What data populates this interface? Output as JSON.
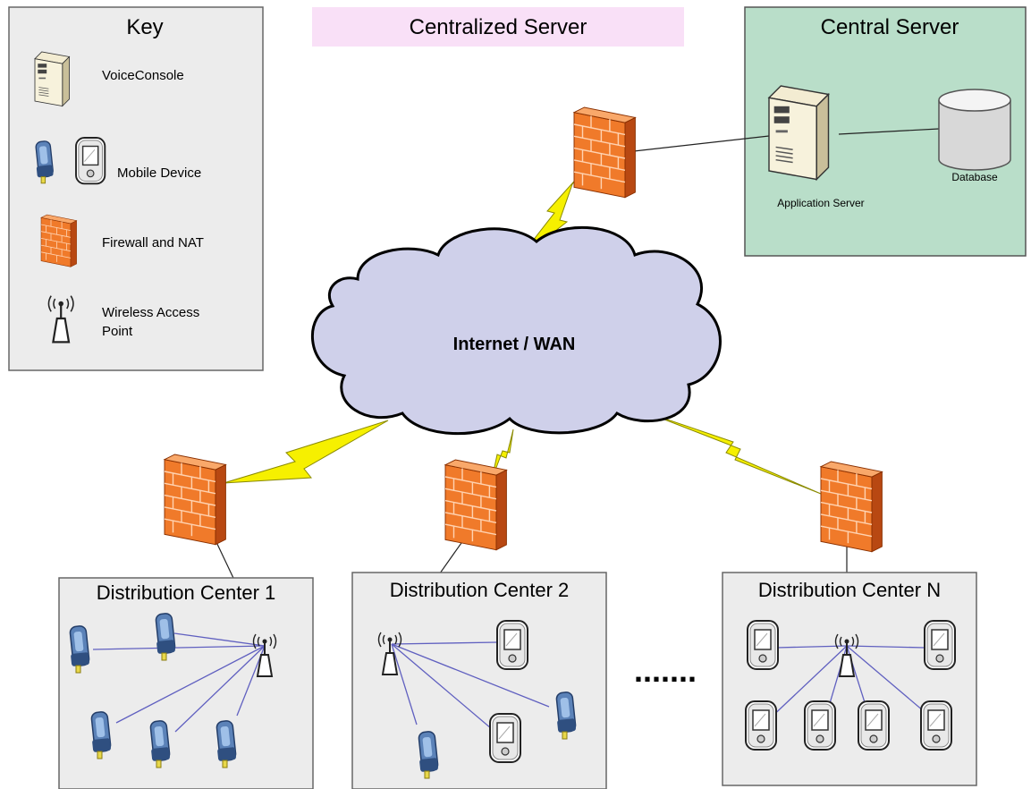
{
  "banner": {
    "title": "Centralized Server",
    "bg": "#f9e0f7"
  },
  "key": {
    "title": "Key",
    "items": [
      {
        "icon": "voice-console-icon",
        "label": "VoiceConsole"
      },
      {
        "icon": "mobile-device-icon",
        "label": "Mobile Device"
      },
      {
        "icon": "firewall-icon",
        "label": "Firewall and NAT"
      },
      {
        "icon": "wireless-access-point-icon",
        "label": "Wireless Access",
        "label2": "Point"
      }
    ]
  },
  "central_server": {
    "title": "Central Server",
    "bg": "#b9dec9",
    "app_server_label": "Application Server",
    "database_label": "Database"
  },
  "cloud": {
    "label": "Internet / WAN",
    "fill": "#cfd0ea"
  },
  "distribution_centers": [
    {
      "title": "Distribution Center 1"
    },
    {
      "title": "Distribution Center 2"
    },
    {
      "title": "Distribution Center N"
    }
  ],
  "ellipsis": ".......",
  "colors": {
    "firewall": "#f07a2a",
    "lightning": "#f6f000",
    "wireless_link": "#6060c0",
    "panel_bg": "#ececec"
  }
}
